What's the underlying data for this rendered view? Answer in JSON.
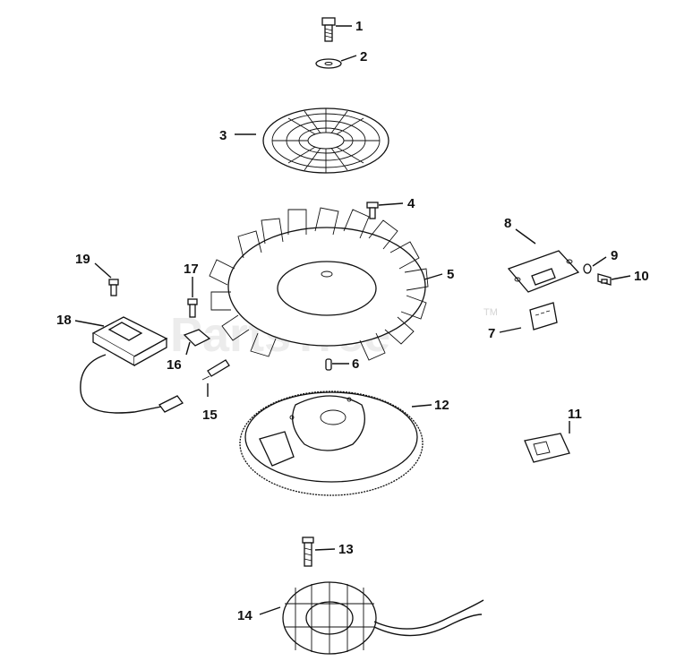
{
  "watermark": {
    "text": "PartsTree",
    "tm": "TM"
  },
  "callouts": [
    {
      "id": "1",
      "label": "1"
    },
    {
      "id": "2",
      "label": "2"
    },
    {
      "id": "3",
      "label": "3"
    },
    {
      "id": "4",
      "label": "4"
    },
    {
      "id": "5",
      "label": "5"
    },
    {
      "id": "6",
      "label": "6"
    },
    {
      "id": "7",
      "label": "7"
    },
    {
      "id": "8",
      "label": "8"
    },
    {
      "id": "9",
      "label": "9"
    },
    {
      "id": "10",
      "label": "10"
    },
    {
      "id": "11",
      "label": "11"
    },
    {
      "id": "12",
      "label": "12"
    },
    {
      "id": "13",
      "label": "13"
    },
    {
      "id": "14",
      "label": "14"
    },
    {
      "id": "15",
      "label": "15"
    },
    {
      "id": "16",
      "label": "16"
    },
    {
      "id": "17",
      "label": "17"
    },
    {
      "id": "18",
      "label": "18"
    },
    {
      "id": "19",
      "label": "19"
    }
  ],
  "colors": {
    "ink": "#111111",
    "background": "#ffffff",
    "watermark": "#ececec"
  }
}
